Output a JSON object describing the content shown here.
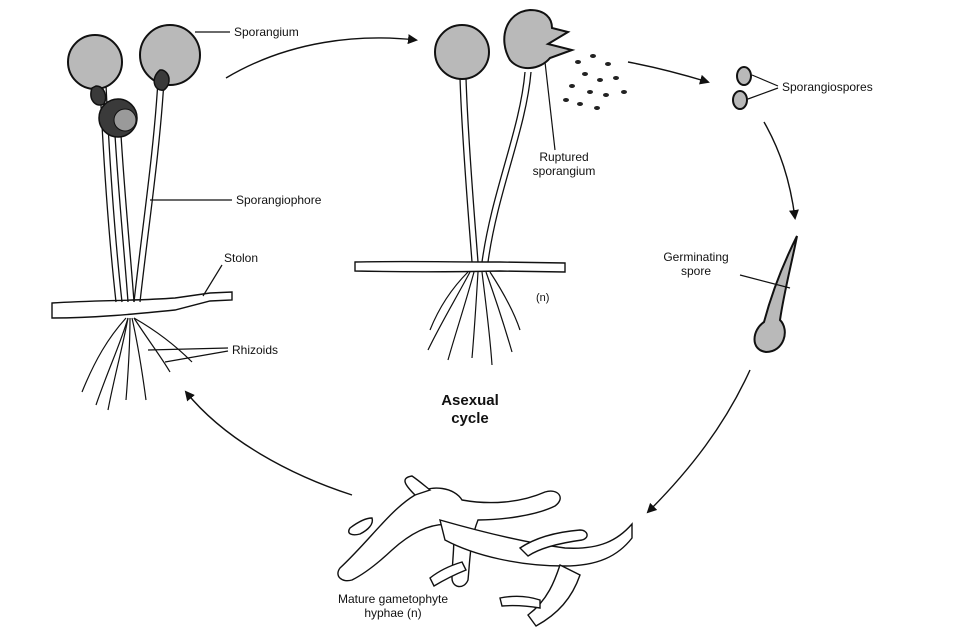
{
  "labels": {
    "sporangium": "Sporangium",
    "sporangiophore": "Sporangiophore",
    "stolon": "Stolon",
    "rhizoids": "Rhizoids",
    "ruptured_line1": "Ruptured",
    "ruptured_line2": "sporangium",
    "ploidy_n": "(n)",
    "asexual_line1": "Asexual",
    "asexual_line2": "cycle",
    "sporangiospores": "Sporangiospores",
    "germinating_line1": "Germinating",
    "germinating_line2": "spore",
    "mature_line1": "Mature gametophyte",
    "mature_line2": "hyphae (n)"
  }
}
